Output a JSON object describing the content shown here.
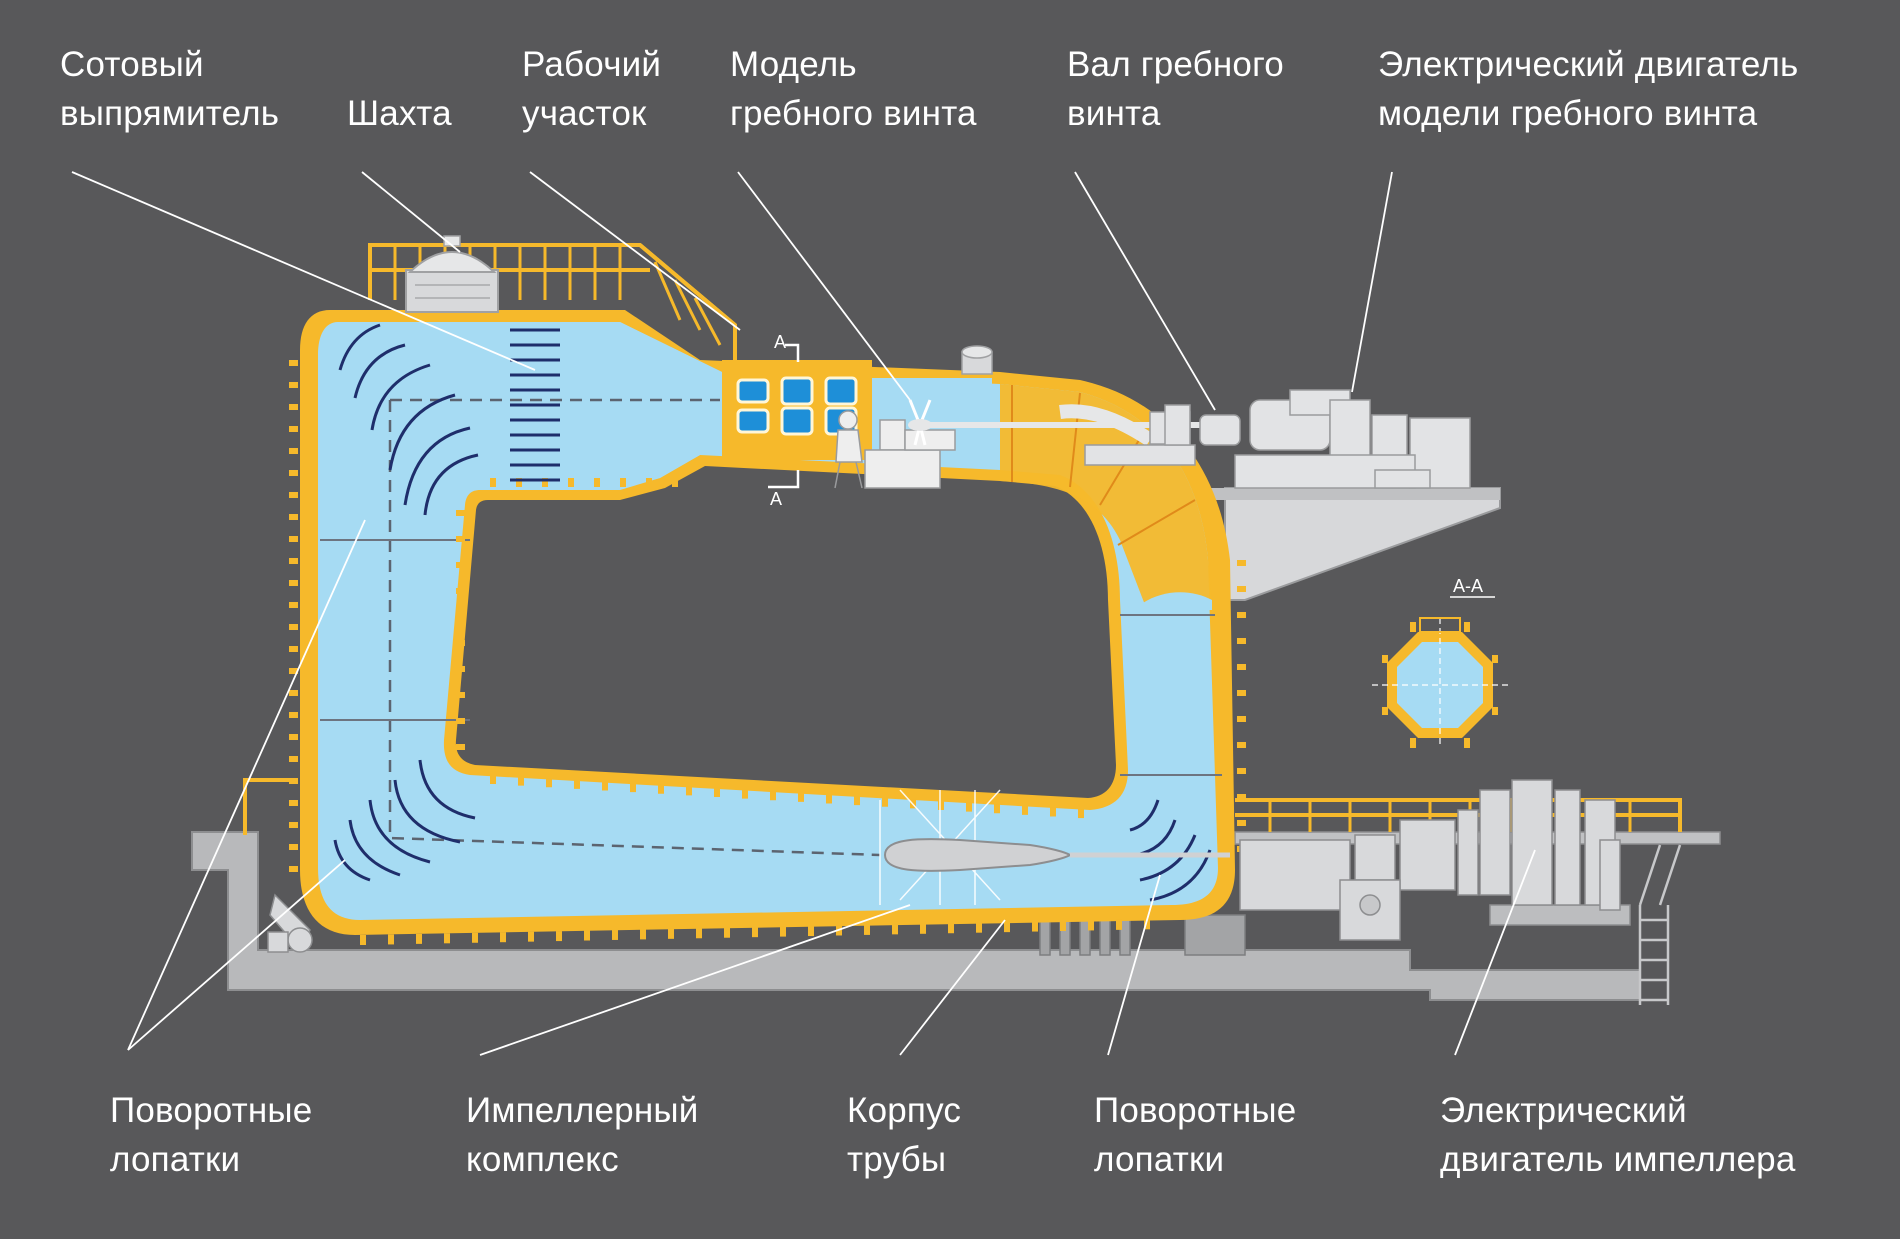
{
  "labels": {
    "honeycomb": [
      "Сотовый",
      "выпрямитель"
    ],
    "shaft": [
      "Шахта"
    ],
    "working_section": [
      "Рабочий",
      "участок"
    ],
    "propeller_model": [
      "Модель",
      "гребного винта"
    ],
    "propeller_shaft": [
      "Вал гребного",
      "винта"
    ],
    "propeller_motor": [
      "Электрический двигатель",
      "модели гребного винта"
    ],
    "turning_vanes_left": [
      "Поворотные",
      "лопатки"
    ],
    "impeller_complex": [
      "Импеллерный",
      "комплекс"
    ],
    "pipe_body": [
      "Корпус",
      "трубы"
    ],
    "turning_vanes_right": [
      "Поворотные",
      "лопатки"
    ],
    "impeller_motor": [
      "Электрический",
      "двигатель импеллера"
    ]
  },
  "section_marks": {
    "cut_top": "А",
    "cut_bottom": "А",
    "section_title": "А-А"
  },
  "colors": {
    "background": "#58585a",
    "water": "#a6dbf3",
    "pipe_wall": "#f6b92b",
    "machinery": "#cfd0d2",
    "vanes": "#1f2e6b",
    "leader": "#ffffff"
  }
}
